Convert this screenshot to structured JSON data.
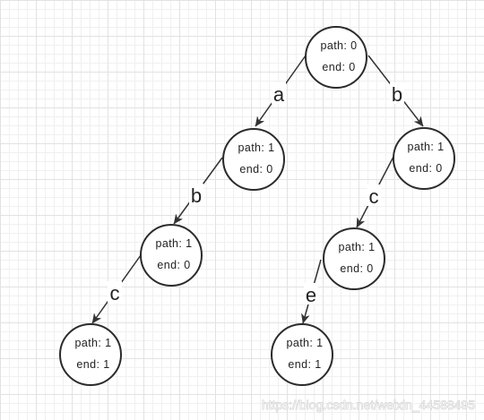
{
  "nodes": [
    {
      "path": "path: 0",
      "end": "end: 0"
    },
    {
      "path": "path: 1",
      "end": "end: 0"
    },
    {
      "path": "path: 1",
      "end": "end: 0"
    },
    {
      "path": "path: 1",
      "end": "end: 0"
    },
    {
      "path": "path: 1",
      "end": "end: 0"
    },
    {
      "path": "path: 1",
      "end": "end: 1"
    },
    {
      "path": "path: 1",
      "end": "end: 1"
    }
  ],
  "edges": [
    {
      "label": "a"
    },
    {
      "label": "b"
    },
    {
      "label": "b"
    },
    {
      "label": "c"
    },
    {
      "label": "c"
    },
    {
      "label": "e"
    }
  ],
  "watermark": "https://blog.csdn.net/weixin_44588495"
}
